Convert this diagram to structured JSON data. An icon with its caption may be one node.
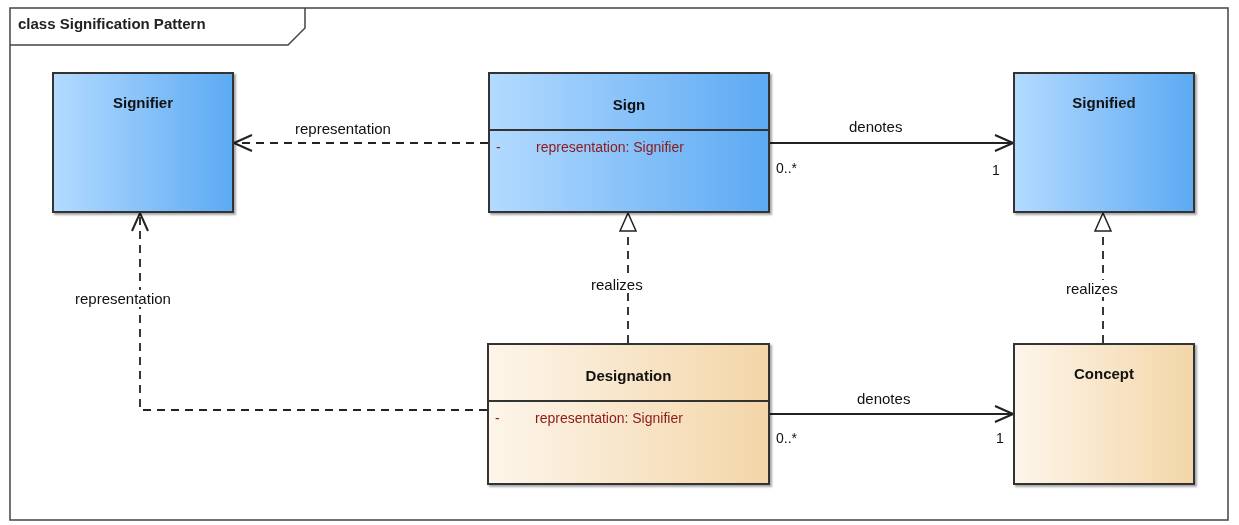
{
  "diagram": {
    "title": "class Signification Pattern",
    "nodes": [
      {
        "text": [
          "Signifier"
        ]
      },
      {
        "text": [
          "Sign",
          "-",
          "representation: Signifier"
        ]
      },
      {
        "text": [
          "Signified"
        ]
      },
      {
        "text": [
          "Designation",
          "-",
          "representation: Signifier"
        ]
      },
      {
        "text": [
          "Concept"
        ]
      }
    ],
    "edges": [
      {
        "from": 1,
        "to": 0,
        "arrow": "to",
        "label": "representation",
        "style": "dashed"
      },
      {
        "from": 1,
        "to": 2,
        "arrow": "to",
        "label": "denotes"
      },
      {
        "from": 3,
        "to": 1,
        "arrow": "to",
        "label": "realizes",
        "style": "dashed"
      },
      {
        "from": 3,
        "to": 0,
        "arrow": "to",
        "label": "representation",
        "style": "dashed"
      },
      {
        "from": 3,
        "to": 4,
        "arrow": "to",
        "label": "denotes"
      },
      {
        "from": 4,
        "to": 2,
        "arrow": "to",
        "label": "realizes",
        "style": "dashed"
      }
    ],
    "labels": [
      "0..*",
      "1",
      "0..*",
      "1"
    ]
  }
}
